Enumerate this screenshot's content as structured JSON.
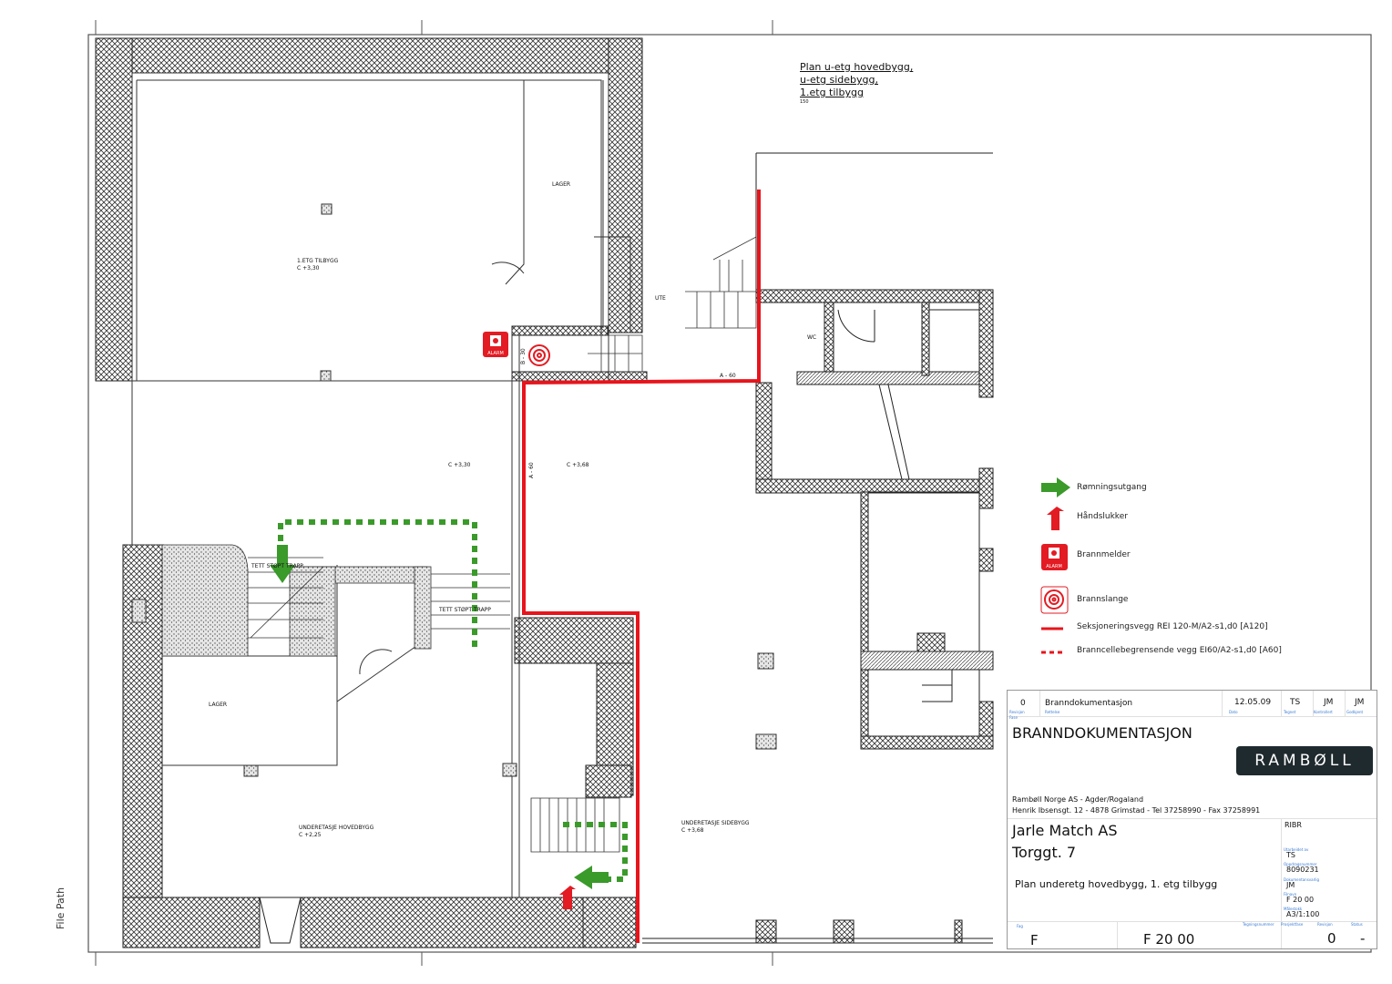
{
  "drawing_title": {
    "lines": [
      "Plan u-etg hovedbygg,",
      "u-etg sidebygg,",
      "1.etg tilbygg"
    ],
    "scale": "150"
  },
  "side_label": "File Path",
  "rooms": {
    "lager_top": "LAGER",
    "tilbygg": [
      "1.ETG TILBYGG",
      "C +3,30"
    ],
    "level_330": "C +3,30",
    "level_368": "C +3,68",
    "ute": "UTE",
    "wc": "WC",
    "a60_top": "A - 60",
    "a60_vertical": "A - 60",
    "b30": "B - 30",
    "stair1": "TETT STØPT TRAPP",
    "stair2": "TETT STØPT TRAPP",
    "lager_bottom": "LAGER",
    "hovedbygg": [
      "UNDERETASJE HOVEDBYGG",
      "C +2,25"
    ],
    "sidebygg": [
      "UNDERETASJE SIDEBYGG",
      "C +3,68"
    ]
  },
  "colors": {
    "fire_wall_red": "#e8141c",
    "escape_green": "#3a9a2a",
    "alarm_red": "#e31b23",
    "logo_bg": "#1f2a2e"
  },
  "legend": [
    {
      "icon": "escape-arrow-icon",
      "label": "Rømningsutgang"
    },
    {
      "icon": "fire-extinguisher-icon",
      "label": "Håndslukker"
    },
    {
      "icon": "fire-alarm-icon",
      "label": "Brannmelder",
      "icon_text": "ALARM"
    },
    {
      "icon": "fire-hose-icon",
      "label": "Brannslange"
    },
    {
      "icon": "solid-red-line-icon",
      "label": "Seksjoneringsvegg REI 120-M/A2-s1,d0 [A120]"
    },
    {
      "icon": "dashed-red-line-icon",
      "label": "Branncellebegrensende vegg EI60/A2-s1,d0 [A60]"
    }
  ],
  "title_block": {
    "revision": {
      "rev": "0",
      "description": "Branndokumentasjon",
      "date": "12.05.09",
      "drawn": "TS",
      "checked": "JM",
      "approved": "JM"
    },
    "revision_captions": {
      "rev": "Revisjon",
      "phase": "Fase",
      "description": "Rettelse",
      "date": "Dato",
      "drawn": "Tegnet",
      "checked": "Kontrollert",
      "approved": "Godkjent"
    },
    "heading": "BRANNDOKUMENTASJON",
    "logo": "RAMBØLL",
    "company": "Rambøll Norge AS - Agder/Rogaland",
    "address": "Henrik Ibsensgt. 12 - 4878 Grimstad - Tel 37258990 - Fax 37258991",
    "client": "Jarle Match AS",
    "site": "Torggt. 7",
    "plan_name": "Plan underetg hovedbygg, 1. etg tilbygg",
    "code": "RIBR",
    "fields": [
      {
        "caption": "Utarbeidet av",
        "value": "TS"
      },
      {
        "caption": "Oppdragsnummer",
        "value": "8090231"
      },
      {
        "caption": "Dokumentansvarlig",
        "value": "JM"
      },
      {
        "caption": "Filnavn",
        "value": "F 20 00"
      },
      {
        "caption": "Målestokk",
        "value": "A3/1:100"
      }
    ],
    "bottom": {
      "fag_caption": "Fag",
      "fag": "F",
      "drawing_caption": "Tegningsnummer",
      "drawing_no": "F 20 00",
      "phase_caption": "Prosjektfase",
      "revision_caption": "Revisjon",
      "revision": "0",
      "status_caption": "Status",
      "status": "-"
    }
  }
}
